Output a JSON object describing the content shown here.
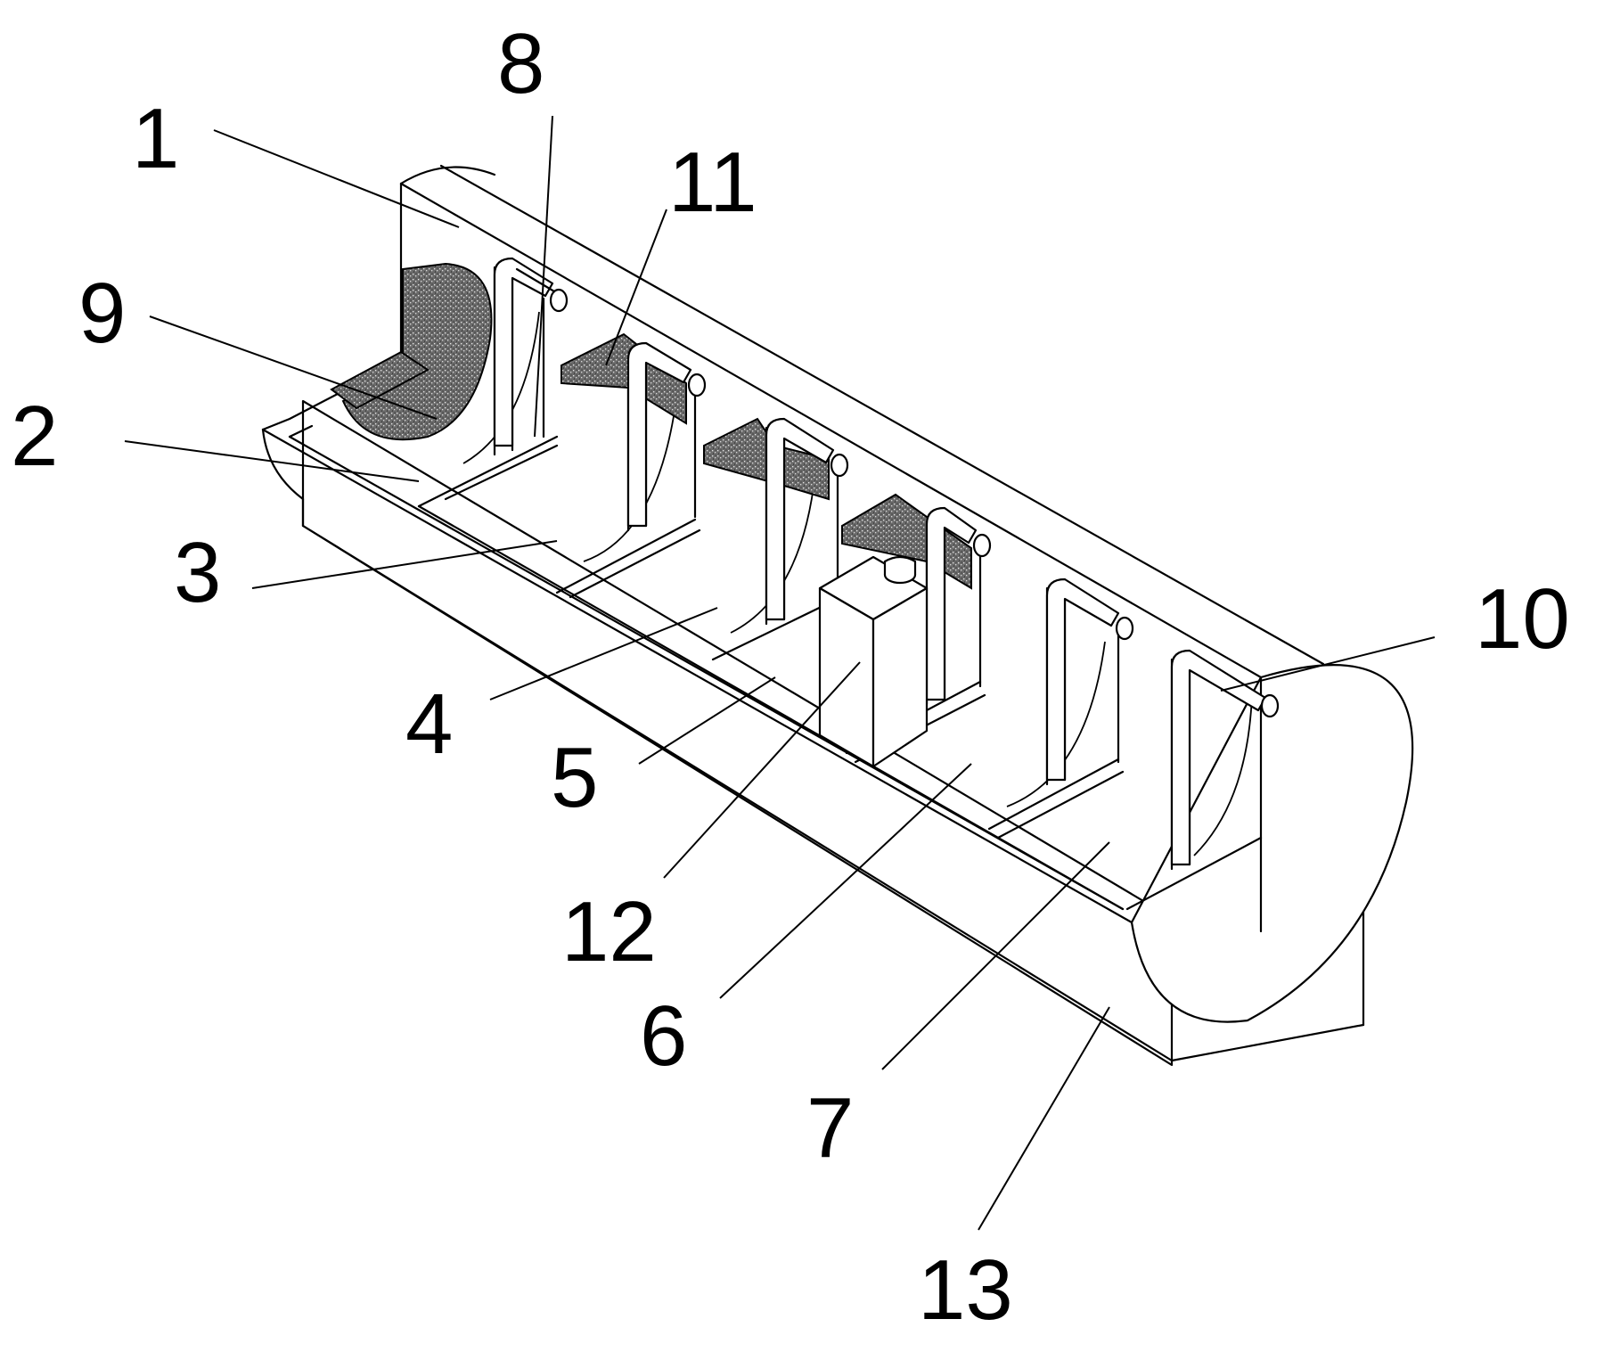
{
  "labels": {
    "l1": "1",
    "l2": "2",
    "l3": "3",
    "l4": "4",
    "l5": "5",
    "l6": "6",
    "l7": "7",
    "l8": "8",
    "l9": "9",
    "l10": "10",
    "l11": "11",
    "l12": "12",
    "l13": "13"
  },
  "colors": {
    "line": "#000000",
    "background": "#ffffff",
    "stipple": "#5a5a5a"
  }
}
